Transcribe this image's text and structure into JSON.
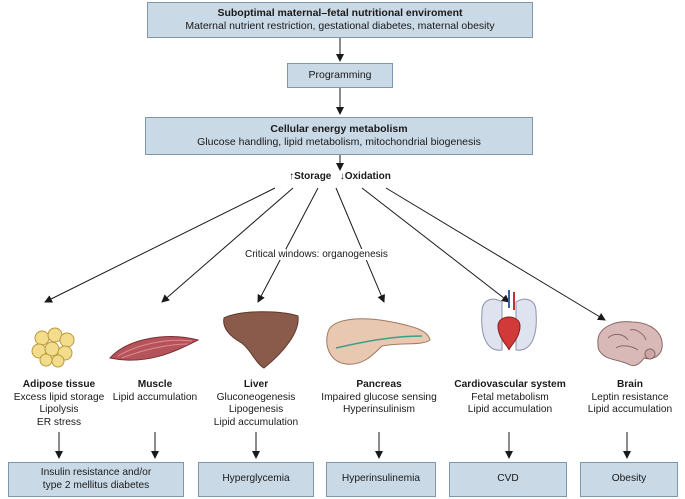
{
  "top": {
    "title": "Suboptimal maternal–fetal nutritional enviroment",
    "subtitle": "Maternal nutrient restriction, gestational diabetes, maternal obesity"
  },
  "programming": "Programming",
  "cellular": {
    "title": "Cellular energy metabolism",
    "subtitle": "Glucose handling, lipid metabolism, mitochondrial biogenesis"
  },
  "storage_label": "↑Storage",
  "oxidation_label": "↓Oxidation",
  "critical_windows": "Critical windows: organogenesis",
  "organs": [
    {
      "title": "Adipose tissue",
      "lines": [
        "Excess lipid storage",
        "Lipolysis",
        "ER stress"
      ],
      "icon": "adipose-cells-icon"
    },
    {
      "title": "Muscle",
      "lines": [
        "Lipid accumulation"
      ],
      "icon": "muscle-icon"
    },
    {
      "title": "Liver",
      "lines": [
        "Gluconeogenesis",
        "Lipogenesis",
        "Lipid accumulation"
      ],
      "icon": "liver-icon"
    },
    {
      "title": "Pancreas",
      "lines": [
        "Impaired glucose sensing",
        "Hyperinsulinism"
      ],
      "icon": "pancreas-icon"
    },
    {
      "title": "Cardiovascular system",
      "lines": [
        "Fetal metabolism",
        "Lipid accumulation"
      ],
      "icon": "heart-lungs-icon"
    },
    {
      "title": "Brain",
      "lines": [
        "Leptin resistance",
        "Lipid accumulation"
      ],
      "icon": "brain-icon"
    }
  ],
  "outcomes": [
    [
      "Insulin resistance and/or",
      "type 2 mellitus diabetes"
    ],
    [
      "Hyperglycemia"
    ],
    [
      "Hyperinsulinemia"
    ],
    [
      "CVD"
    ],
    [
      "Obesity"
    ]
  ],
  "colors": {
    "box_fill": "#c9d9e6",
    "box_border": "#7f97ab",
    "arrow": "#1a1a1a"
  }
}
